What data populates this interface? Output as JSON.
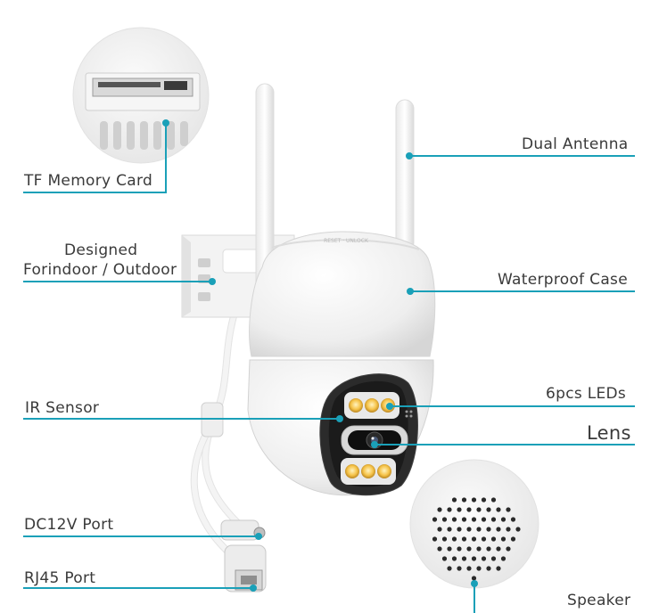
{
  "labels": {
    "tf_card": "TF Memory Card",
    "dual_antenna": "Dual Antenna",
    "designed_line1": "Designed",
    "designed_line2": "Forindoor / Outdoor",
    "waterproof": "Waterproof Case",
    "leds": "6pcs  LEDs",
    "ir_sensor": "IR Sensor",
    "lens": "Lens",
    "dc_port": "DC12V Port",
    "rj45": "RJ45 Port",
    "speaker": "Speaker"
  },
  "casing_text": "RESET · UNLOCK",
  "colors": {
    "callout": "#1aa0b8",
    "shell": "#f2f2f2",
    "led": "#f6c44a"
  }
}
